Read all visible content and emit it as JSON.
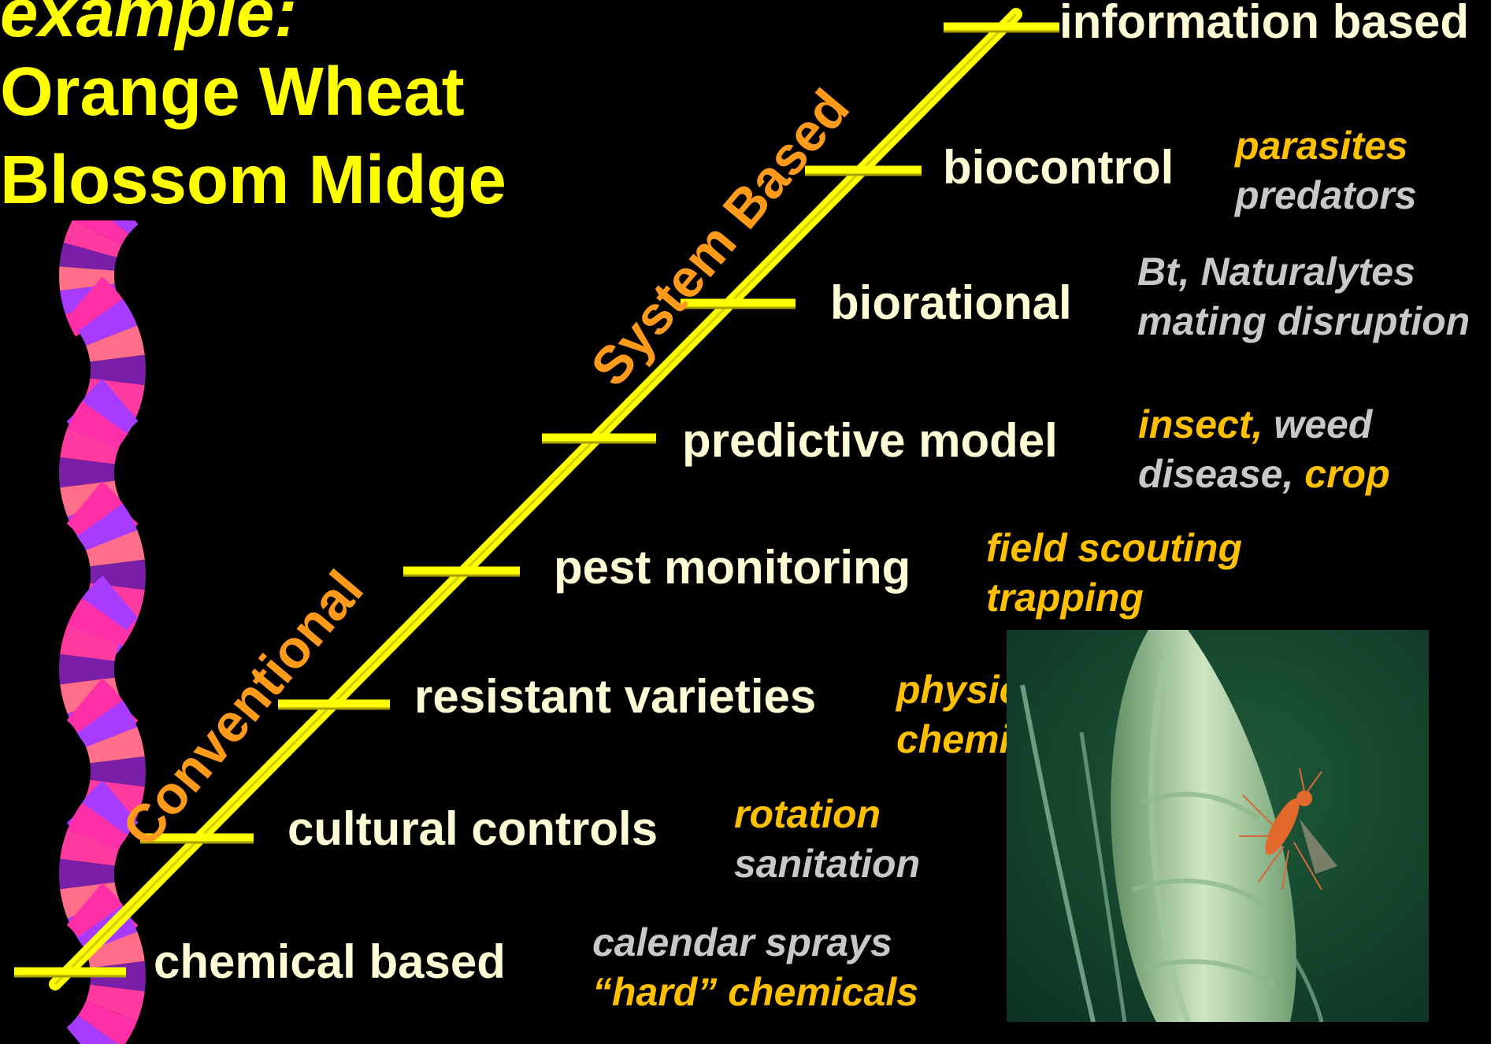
{
  "title": {
    "line1": "example:",
    "line2": "Orange Wheat",
    "line3": "Blossom Midge"
  },
  "axis_labels": {
    "lower": "Conventional",
    "upper": "System Based"
  },
  "steps": [
    {
      "label": "chemical based",
      "examples": [
        {
          "parts": [
            {
              "text": "calendar sprays",
              "color": "gray"
            }
          ]
        },
        {
          "parts": [
            {
              "text": "“hard” chemicals",
              "color": "orange"
            }
          ]
        }
      ]
    },
    {
      "label": "cultural controls",
      "examples": [
        {
          "parts": [
            {
              "text": "rotation",
              "color": "orange"
            }
          ]
        },
        {
          "parts": [
            {
              "text": "sanitation",
              "color": "gray"
            }
          ]
        }
      ]
    },
    {
      "label": "resistant varieties",
      "examples": [
        {
          "parts": [
            {
              "text": "physical",
              "color": "orange"
            }
          ]
        },
        {
          "parts": [
            {
              "text": "chemical",
              "color": "orange"
            }
          ]
        }
      ]
    },
    {
      "label": "pest monitoring",
      "examples": [
        {
          "parts": [
            {
              "text": "field scouting",
              "color": "orange"
            }
          ]
        },
        {
          "parts": [
            {
              "text": "trapping",
              "color": "orange"
            }
          ]
        }
      ]
    },
    {
      "label": "predictive model",
      "examples": [
        {
          "parts": [
            {
              "text": "insect,",
              "color": "orange"
            },
            {
              "text": " weed",
              "color": "gray"
            }
          ]
        },
        {
          "parts": [
            {
              "text": "disease,",
              "color": "gray"
            },
            {
              "text": " crop",
              "color": "orange"
            }
          ]
        }
      ]
    },
    {
      "label": "biorational",
      "examples": [
        {
          "parts": [
            {
              "text": "Bt, Naturalytes",
              "color": "gray"
            }
          ]
        },
        {
          "parts": [
            {
              "text": "mating disruption",
              "color": "gray"
            }
          ]
        }
      ]
    },
    {
      "label": "biocontrol",
      "examples": [
        {
          "parts": [
            {
              "text": "parasites",
              "color": "orange"
            }
          ]
        },
        {
          "parts": [
            {
              "text": "predators",
              "color": "gray"
            }
          ]
        }
      ]
    },
    {
      "label": "information based",
      "examples": []
    }
  ],
  "colors": {
    "staircase_line": "#ffff00",
    "title": "#ffff00",
    "axis_label": "#ff9a1a",
    "example_orange": "#ffc000",
    "example_gray": "#c8c8c8",
    "step_label": "#fffbd5",
    "background": "#000000"
  },
  "icons": [
    "dna-helix-icon",
    "wheat-midge-photo"
  ]
}
